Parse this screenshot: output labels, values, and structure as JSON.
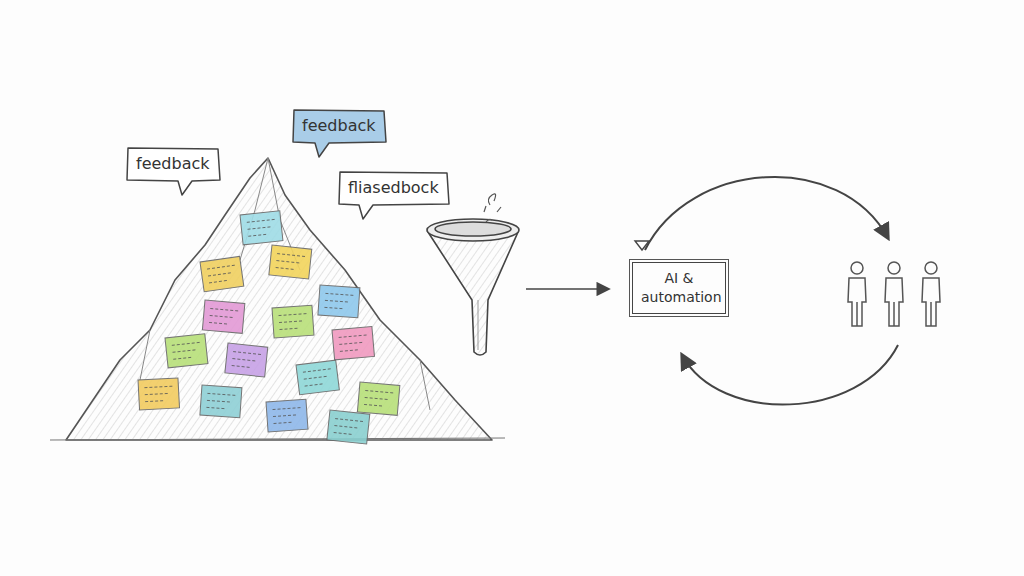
{
  "diagram": {
    "nodes": [
      {
        "text": [
          "feedback"
        ]
      },
      {
        "text": [
          "feedback"
        ]
      },
      {
        "text": [
          "fliasedbock"
        ]
      },
      {
        "text": [
          "AI & automation"
        ]
      }
    ]
  }
}
